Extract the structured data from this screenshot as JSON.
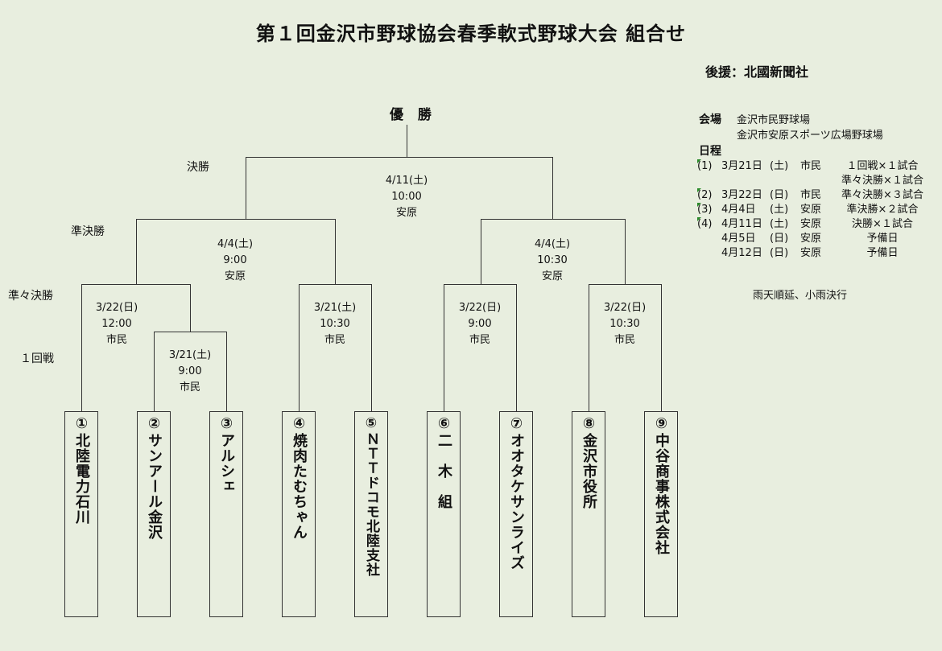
{
  "title": "第１回金沢市野球協会春季軟式野球大会 組合せ",
  "sponsor": "後援：北國新聞社",
  "champion": "優 勝",
  "round_labels": {
    "final": "決勝",
    "semi": "準決勝",
    "quarter": "準々決勝",
    "first": "１回戦"
  },
  "matches": {
    "final": {
      "date": "4/11(土)",
      "time": "10:00",
      "venue": "安原"
    },
    "semi1": {
      "date": "4/4(土)",
      "time": "9:00",
      "venue": "安原"
    },
    "semi2": {
      "date": "4/4(土)",
      "time": "10:30",
      "venue": "安原"
    },
    "qf1": {
      "date": "3/22(日)",
      "time": "12:00",
      "venue": "市民"
    },
    "r1": {
      "date": "3/21(土)",
      "time": "9:00",
      "venue": "市民"
    },
    "qf2": {
      "date": "3/21(土)",
      "time": "10:30",
      "venue": "市民"
    },
    "qf3": {
      "date": "3/22(日)",
      "time": "9:00",
      "venue": "市民"
    },
    "qf4": {
      "date": "3/22(日)",
      "time": "10:30",
      "venue": "市民"
    }
  },
  "teams": [
    "①北陸電力石川",
    "②サンアール金沢",
    "③アルシェ",
    "④焼肉たむちゃん",
    "⑤ＮＴＴドコモ北陸支社",
    "⑥二　木　組",
    "⑦オオタケサンライズ",
    "⑧金沢市役所",
    "⑨中谷商事株式会社"
  ],
  "venue": {
    "label": "会場",
    "items": [
      "金沢市民野球場",
      "金沢市安原スポーツ広場野球場"
    ]
  },
  "schedule": {
    "label": "日程",
    "rows": [
      [
        "(1)",
        "3月21日",
        "(土)",
        "市民",
        "１回戦×１試合"
      ],
      [
        "",
        "",
        "",
        "",
        "準々決勝×１試合"
      ],
      [
        "(2)",
        "3月22日",
        "(日)",
        "市民",
        "準々決勝×３試合"
      ],
      [
        "(3)",
        "4月4日",
        "(土)",
        "安原",
        "準決勝×２試合"
      ],
      [
        "(4)",
        "4月11日",
        "(土)",
        "安原",
        "決勝×１試合"
      ],
      [
        "",
        "4月5日",
        "(日)",
        "安原",
        "予備日"
      ],
      [
        "",
        "4月12日",
        "(日)",
        "安原",
        "予備日"
      ]
    ]
  },
  "note": "雨天順延、小雨決行"
}
